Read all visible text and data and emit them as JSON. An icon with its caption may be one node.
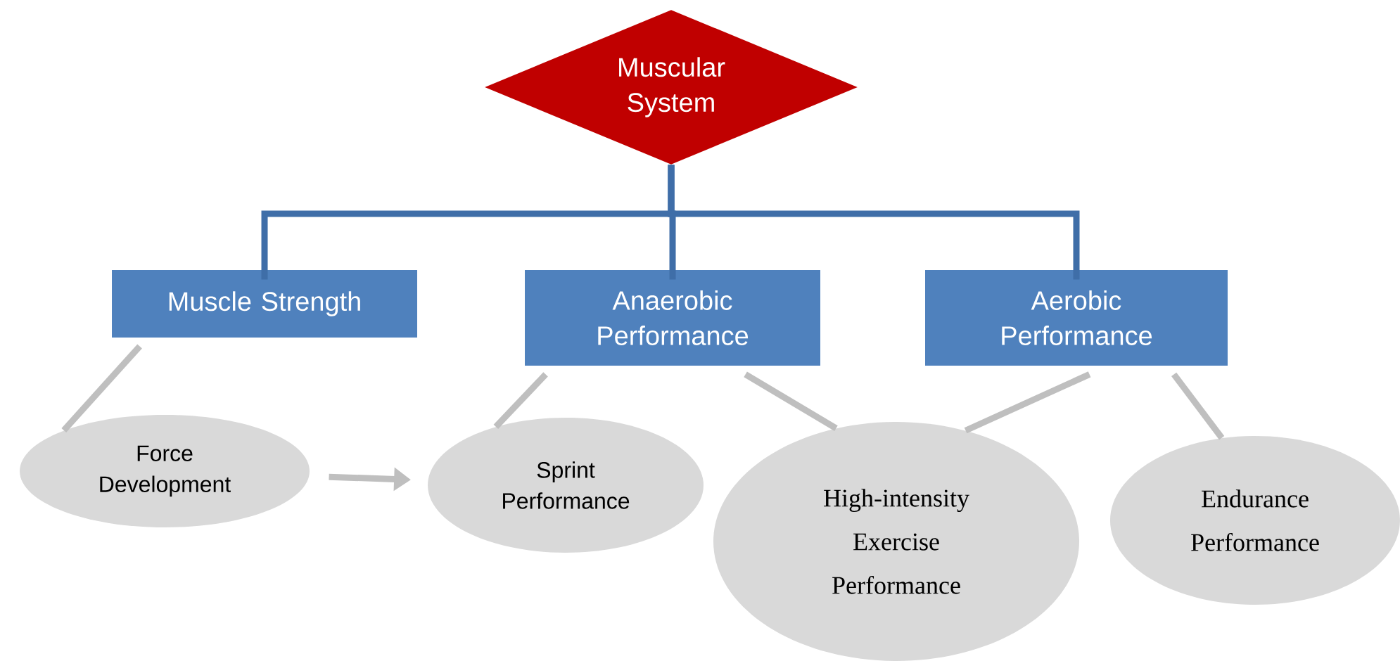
{
  "diagram": {
    "nodes": [
      {
        "text": [
          "Muscular System"
        ]
      },
      {
        "text": [
          "Muscle Strength"
        ]
      },
      {
        "text": [
          "Anaerobic Performance"
        ]
      },
      {
        "text": [
          "Aerobic Performance"
        ]
      },
      {
        "text": [
          "Force Development"
        ]
      },
      {
        "text": [
          "Sprint Performance"
        ]
      },
      {
        "text": [
          "High-intensity Exercise Performance"
        ]
      },
      {
        "text": [
          "Endurance Performance"
        ]
      }
    ],
    "edges": [
      {
        "from": 0,
        "to": 1,
        "arrow": "none",
        "color": "#3f6ea8"
      },
      {
        "from": 0,
        "to": 2,
        "arrow": "none",
        "color": "#3f6ea8"
      },
      {
        "from": 0,
        "to": 3,
        "arrow": "none",
        "color": "#3f6ea8"
      },
      {
        "from": 1,
        "to": 4,
        "arrow": "none"
      },
      {
        "from": 2,
        "to": 5,
        "arrow": "none"
      },
      {
        "from": 2,
        "to": 6,
        "arrow": "none"
      },
      {
        "from": 3,
        "to": 6,
        "arrow": "none"
      },
      {
        "from": 3,
        "to": 7,
        "arrow": "none"
      },
      {
        "from": 4,
        "to": 5,
        "arrow": "to"
      }
    ]
  }
}
